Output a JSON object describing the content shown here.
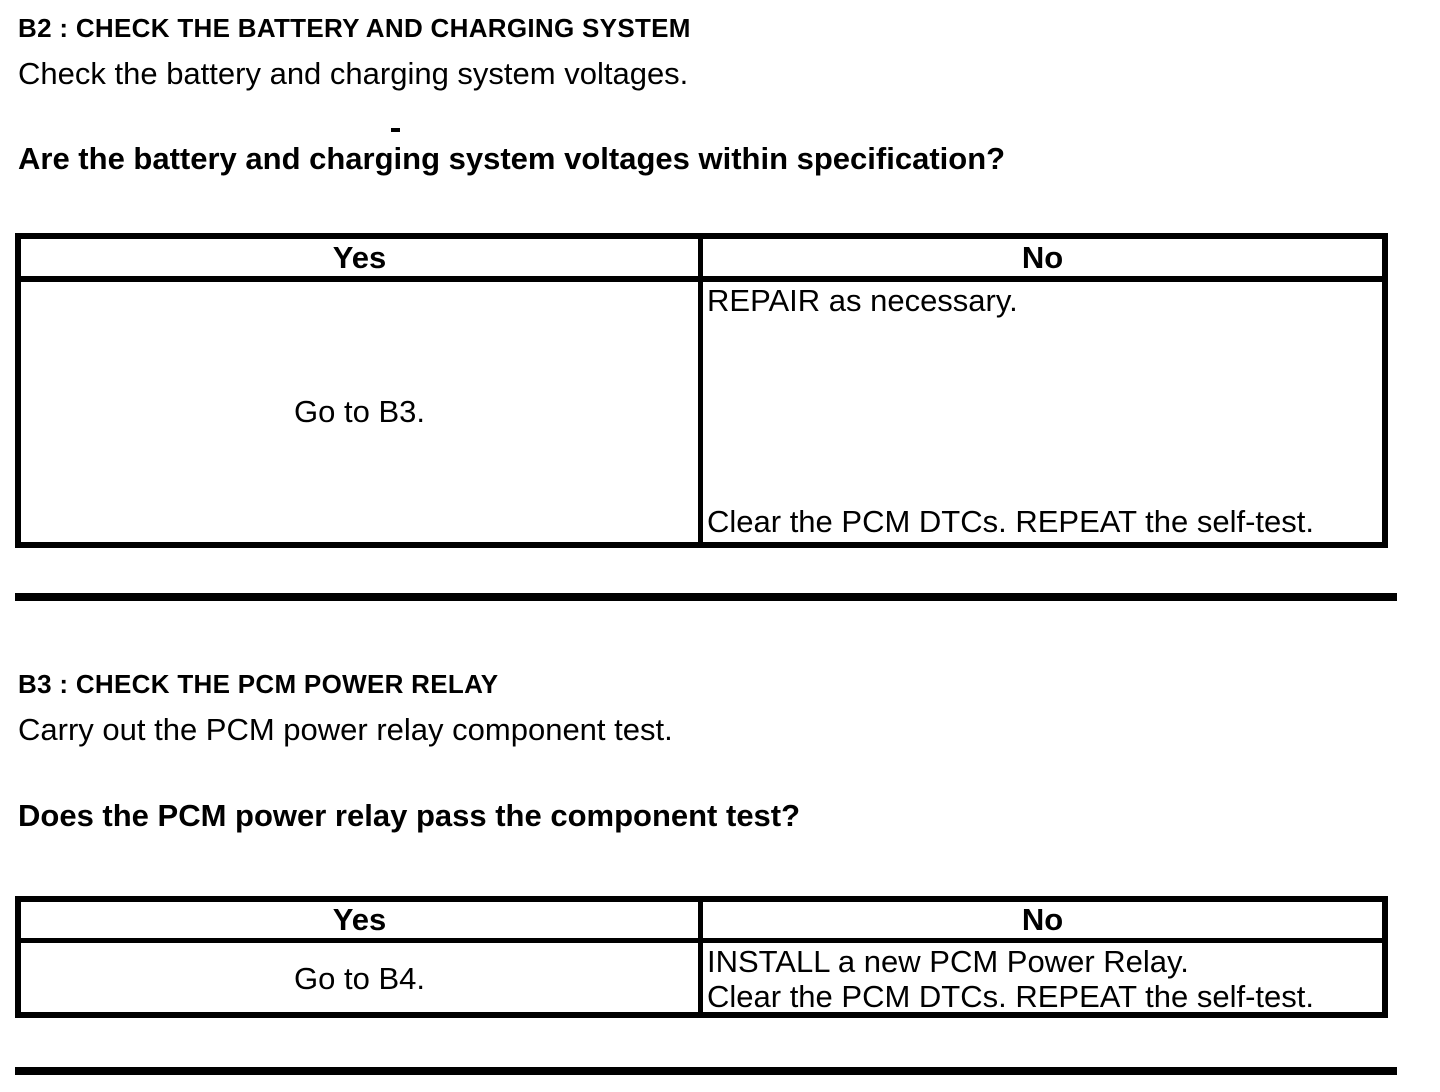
{
  "sections": [
    {
      "id": "B2",
      "heading": "B2 : CHECK THE BATTERY AND CHARGING SYSTEM",
      "instruction": "Check the battery and charging system voltages.",
      "question": "Are the battery and charging system voltages within specification?",
      "table": {
        "yes_header": "Yes",
        "no_header": "No",
        "yes_action": "Go to B3.",
        "no_actions": [
          "REPAIR as necessary.",
          "Clear the PCM DTCs. REPEAT the self-test."
        ]
      }
    },
    {
      "id": "B3",
      "heading": "B3 : CHECK THE PCM POWER RELAY",
      "instruction": "Carry out the PCM power relay component test.",
      "question": "Does the PCM power relay pass the component test?",
      "table": {
        "yes_header": "Yes",
        "no_header": "No",
        "yes_action": "Go to B4.",
        "no_actions": [
          "INSTALL a new PCM Power Relay.",
          "Clear the PCM DTCs. REPEAT the self-test."
        ]
      }
    }
  ]
}
